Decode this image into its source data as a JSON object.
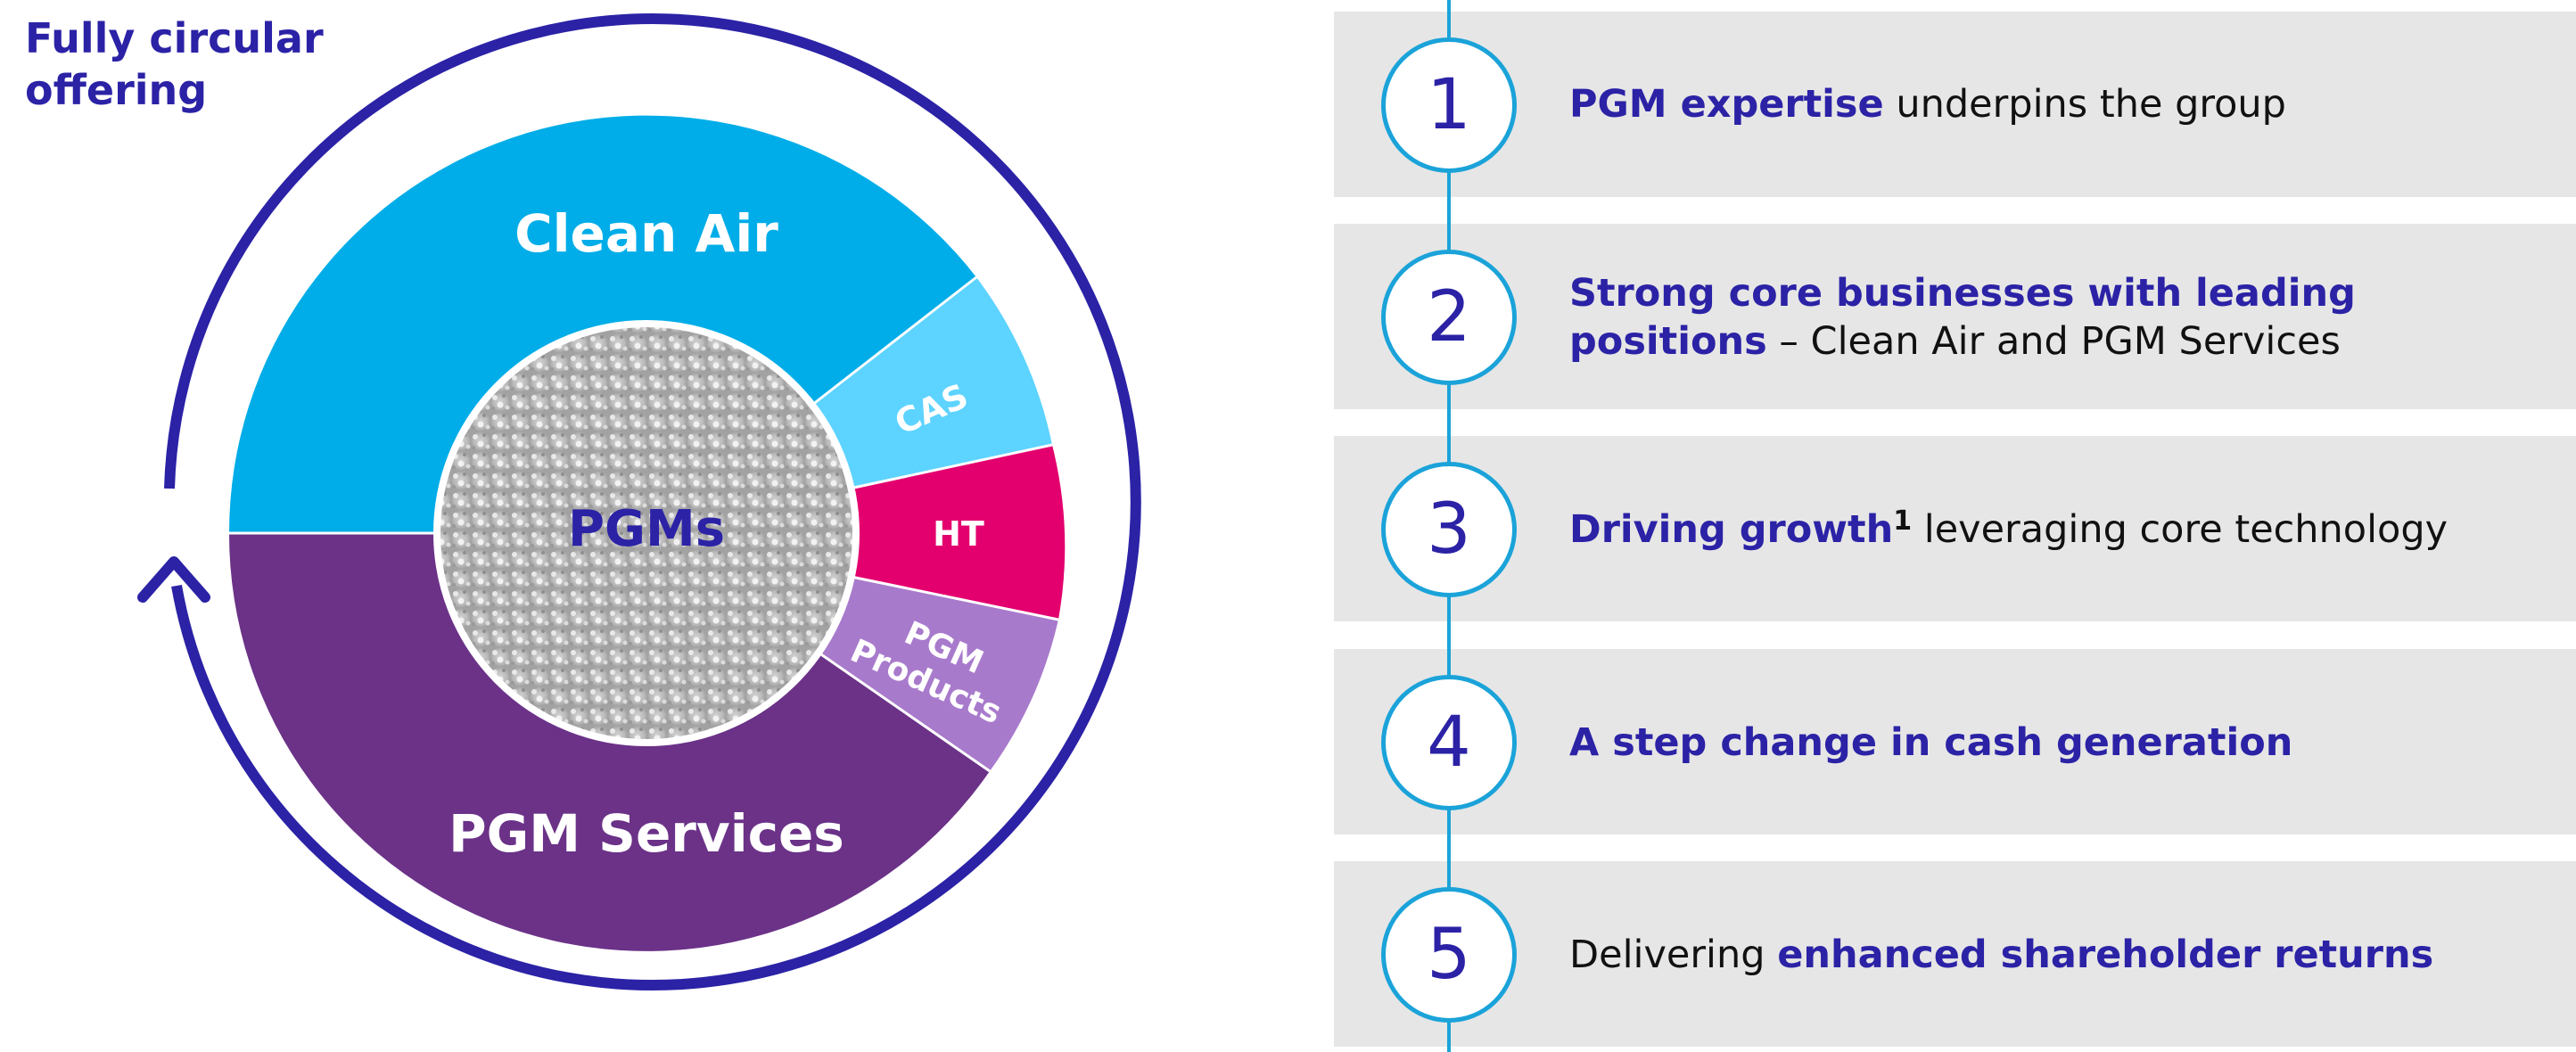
{
  "left": {
    "title_line1": "Fully circular",
    "title_line2": "offering",
    "center_label": "PGMs",
    "segments": [
      {
        "label": "Clean Air",
        "color": "#00ade8"
      },
      {
        "label": "CAS",
        "color": "#5dd3ff"
      },
      {
        "label": "HT",
        "color": "#e3006e"
      },
      {
        "label_line1": "PGM",
        "label_line2": "Products",
        "color": "#a87acc"
      },
      {
        "label": "PGM Services",
        "color": "#6b3288"
      }
    ],
    "ring_color": "#2b22a6"
  },
  "right": {
    "accent_color": "#2b22a6",
    "circle_color": "#1ba3d9",
    "items": [
      {
        "number": "1",
        "bold": "PGM expertise",
        "rest": " underpins the group"
      },
      {
        "number": "2",
        "bold_line1": "Strong core businesses with leading",
        "bold_line2": "positions",
        "rest": " – Clean Air and PGM Services"
      },
      {
        "number": "3",
        "bold": "Driving growth",
        "sup": "1",
        "rest": " leveraging core technology"
      },
      {
        "number": "4",
        "bold": "A step change in cash generation"
      },
      {
        "number": "5",
        "prefix": "Delivering ",
        "bold": "enhanced shareholder returns"
      }
    ]
  }
}
